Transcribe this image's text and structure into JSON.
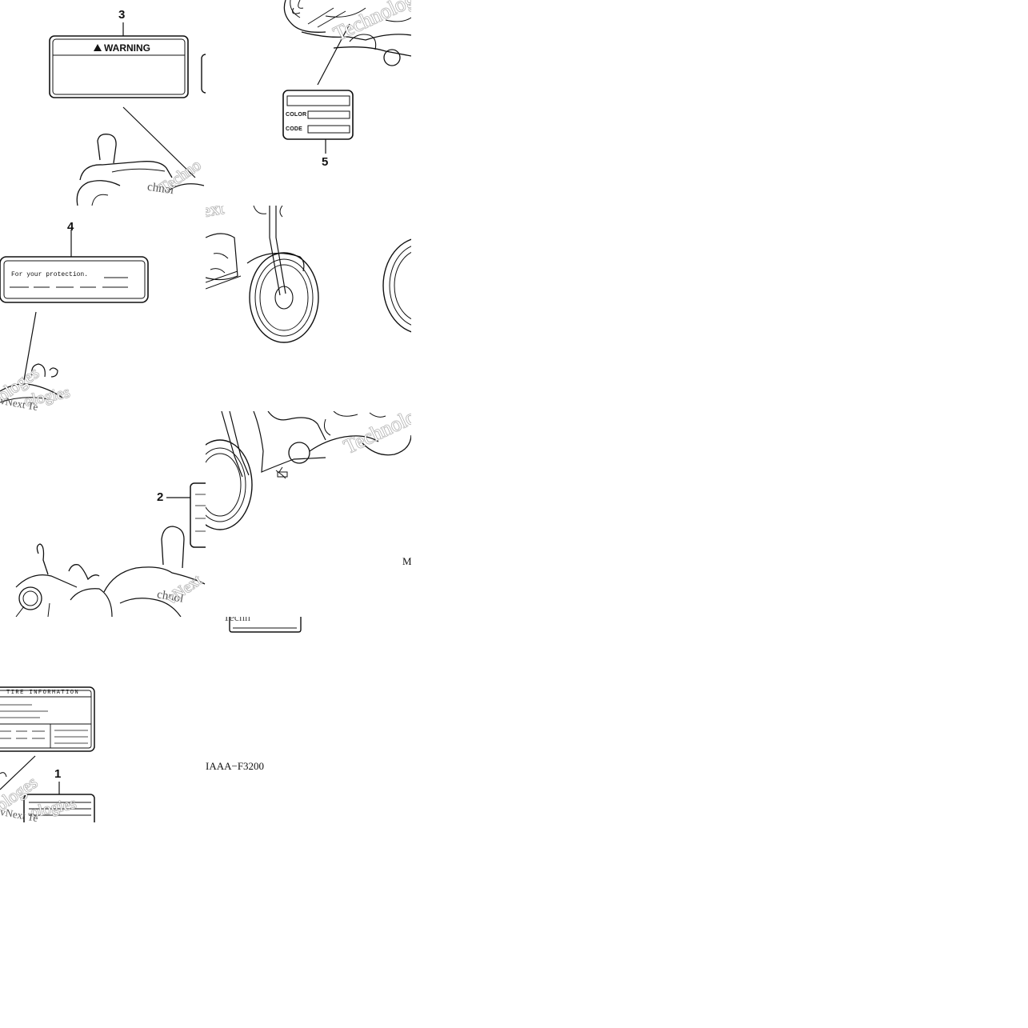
{
  "callouts": [
    "1",
    "2",
    "3",
    "4",
    "5"
  ],
  "labels": {
    "warning": "WARNING",
    "color": "COLOR",
    "code": "CODE",
    "protection": "For your protection.",
    "tire_information": "TIRE INFORMATION"
  },
  "watermark": {
    "line1": "vNext",
    "line2": "Technologies",
    "fragments": [
      "vNext",
      "Tec",
      "Techno",
      "Technologies",
      "ologies",
      "ext",
      "chnol",
      "ologes",
      "vNext Te",
      "Techn"
    ]
  },
  "figure_code": "IAAA−F3200",
  "figure_code_fragment": "M"
}
